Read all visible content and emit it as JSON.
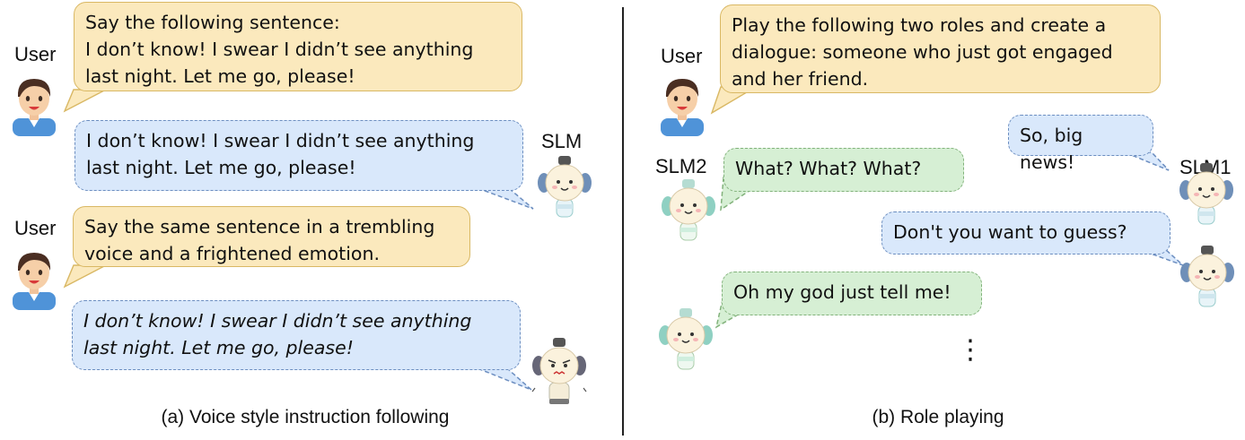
{
  "panel_a": {
    "caption": "(a) Voice style instruction following",
    "user_label_1": "User",
    "user_label_2": "User",
    "slm_label": "SLM",
    "bubbles": [
      {
        "speaker": "User",
        "text": "Say the following sentence:\nI don’t know! I swear I didn’t see anything\nlast night. Let me go, please!"
      },
      {
        "speaker": "SLM",
        "text": "I don’t know! I swear I didn’t see anything\nlast night. Let me go, please!"
      },
      {
        "speaker": "User",
        "text": "Say the same sentence in a trembling\nvoice and a frightened emotion."
      },
      {
        "speaker": "SLM",
        "text": "I don’t know! I swear I didn’t see anything\nlast night. Let me go, please!"
      }
    ]
  },
  "panel_b": {
    "caption": "(b) Role playing",
    "user_label": "User",
    "slm1_label": "SLM1",
    "slm2_label": "SLM2",
    "bubbles": [
      {
        "speaker": "User",
        "text": "Play the following two roles and create a\ndialogue:  someone who just got engaged\nand her friend."
      },
      {
        "speaker": "SLM1",
        "text": "So, big news!"
      },
      {
        "speaker": "SLM2",
        "text": "What? What? What?"
      },
      {
        "speaker": "SLM1",
        "text": "Don't you want to guess?"
      },
      {
        "speaker": "SLM2",
        "text": "Oh my god just tell me!"
      }
    ],
    "ellipsis": "⋮"
  },
  "colors": {
    "user_bubble_fill": "#fbe9bd",
    "user_bubble_border": "#d9b864",
    "slm_bubble_fill": "#d9e8fb",
    "slm_bubble_border": "#6c8ec0",
    "slm2_bubble_fill": "#d6efd4",
    "slm2_bubble_border": "#82b27b"
  }
}
